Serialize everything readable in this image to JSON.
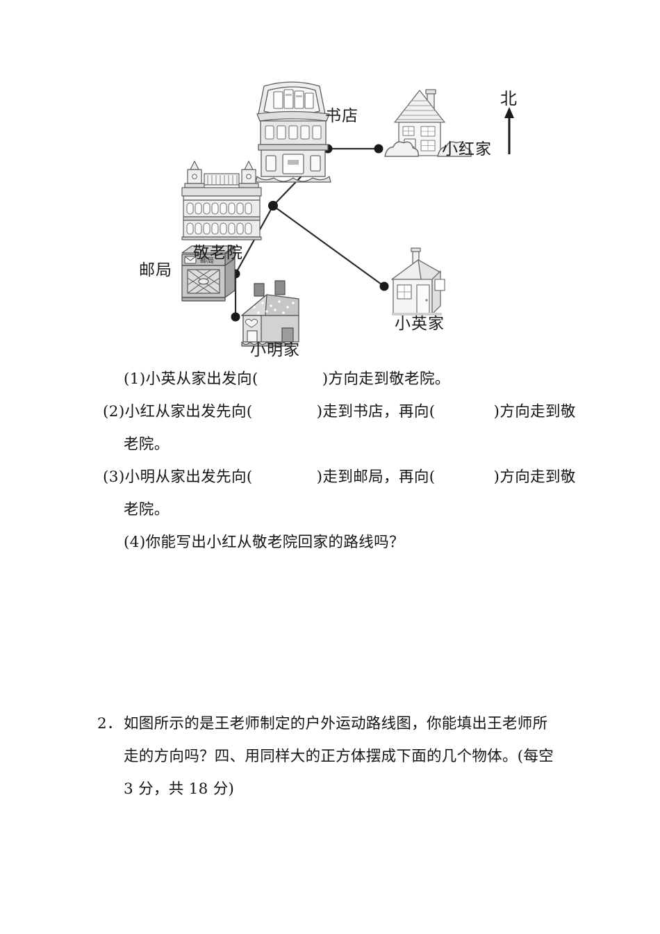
{
  "figure": {
    "compass_label": "北",
    "places": [
      {
        "id": "bookstore",
        "label": "书店",
        "icon": "bookstore-building-icon"
      },
      {
        "id": "xiaohong",
        "label": "小红家",
        "icon": "house-icon"
      },
      {
        "id": "nursing",
        "label": "敬老院",
        "icon": "nursing-home-building-icon"
      },
      {
        "id": "postoffice",
        "label": "邮局",
        "icon": "post-office-icon"
      },
      {
        "id": "xiaoming",
        "label": "小明家",
        "icon": "cottage-icon"
      },
      {
        "id": "xiaoying",
        "label": "小英家",
        "icon": "house-icon"
      }
    ]
  },
  "questions": [
    {
      "number": "(1)",
      "a": "小英从家出发向(",
      "b": ")方向走到敬老院。",
      "c": "",
      "d": ""
    },
    {
      "number": "(2)",
      "a": "小红从家出发先向(",
      "b": ")走到书店，再向(",
      "c": ")方向走到敬",
      "cont": "老院。"
    },
    {
      "number": "(3)",
      "a": "小明从家出发先向(",
      "b": ")走到邮局，再向(",
      "c": ")方向走到敬",
      "cont": "老院。"
    },
    {
      "number": "(4)",
      "a": "你能写出小红从敬老院回家的路线吗？",
      "b": "",
      "c": ""
    }
  ],
  "item2": {
    "number": "2．",
    "line1": "如图所示的是王老师制定的户外运动路线图，你能填出王老师所",
    "line2": "走的方向吗？四、用同样大的正方体摆成下面的几个物体。(每空",
    "line3": "3 分，共 18 分)"
  },
  "colors": {
    "ink": "#141414",
    "line": "#2b2b2b",
    "shade_light": "#e9e9e9",
    "shade_mid": "#cfcfcf",
    "shade_dark": "#a8a8a8"
  }
}
